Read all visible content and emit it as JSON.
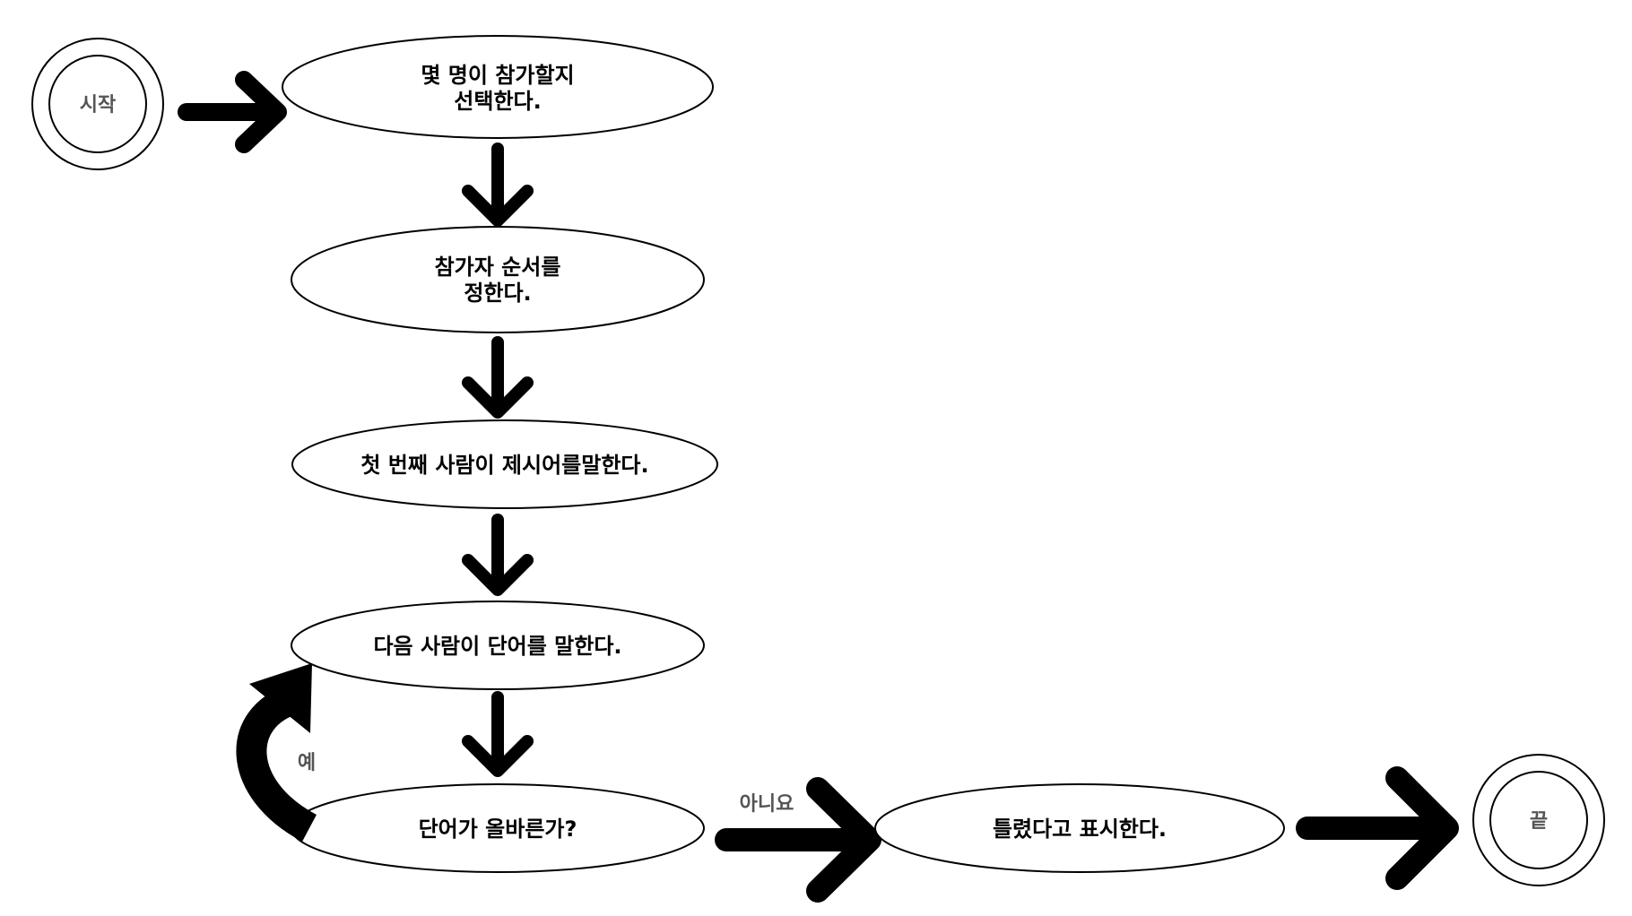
{
  "start": {
    "label": "시작"
  },
  "end": {
    "label": "끝"
  },
  "steps": {
    "choose_count": {
      "line1": "몇 명이 참가할지",
      "line2": "선택한다."
    },
    "set_order": {
      "line1": "참가자 순서를",
      "line2": "정한다."
    },
    "first_word": {
      "label": "첫 번째 사람이 제시어를말한다."
    },
    "next_word": {
      "label": "다음 사람이 단어를 말한다."
    },
    "is_correct": {
      "label": "단어가 올바른가?"
    },
    "mark_wrong": {
      "label": "틀렸다고 표시한다."
    }
  },
  "edges": {
    "yes_label": "예",
    "no_label": "아니요"
  },
  "colors": {
    "line": "#000000",
    "arrow": "#000000",
    "label_gray": "#555555",
    "fill": "#ffffff"
  }
}
